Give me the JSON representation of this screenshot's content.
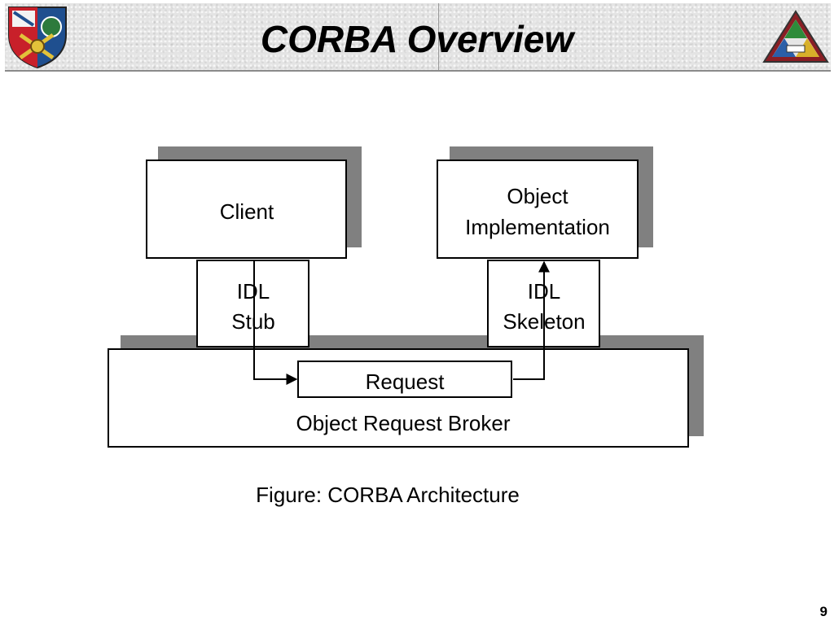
{
  "slide": {
    "title": "CORBA Overview",
    "caption": "Figure: CORBA Architecture",
    "page_number": "9"
  },
  "diagram": {
    "client": "Client",
    "object_impl": [
      "Object",
      "Implementation"
    ],
    "idl_stub": [
      "IDL",
      "Stub"
    ],
    "idl_skeleton": [
      "IDL",
      "Skeleton"
    ],
    "request": "Request",
    "orb": "Object Request Broker"
  },
  "colors": {
    "shadow": "#808080",
    "stroke": "#000000",
    "header_bg": "#e4e4e4"
  },
  "icons": {
    "left_logo": "military-shield-crest-icon",
    "right_logo": "triangle-emblem-icon"
  }
}
